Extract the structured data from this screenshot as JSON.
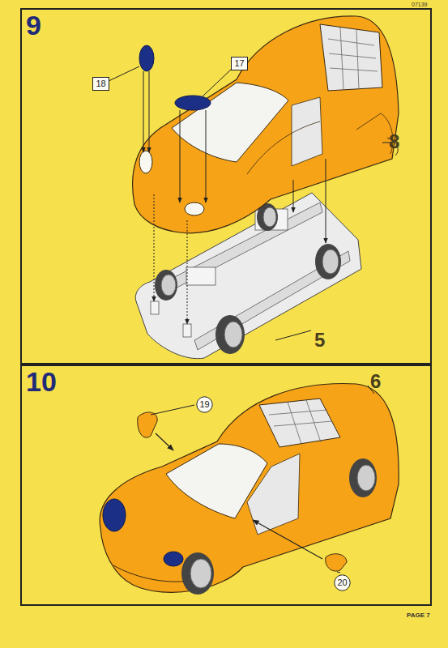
{
  "diagram": {
    "nodes": [
      {
        "text": [
          "9"
        ]
      },
      {
        "text": [
          "18"
        ],
        "in": 0
      },
      {
        "text": [
          "17"
        ],
        "in": 0
      },
      {
        "text": [
          "10"
        ]
      },
      {
        "text": [
          "19"
        ],
        "in": 3
      },
      {
        "text": [
          "20"
        ],
        "in": 3
      }
    ],
    "labels": [
      "07139",
      "8",
      "5",
      "6",
      "PAGE 7"
    ]
  }
}
